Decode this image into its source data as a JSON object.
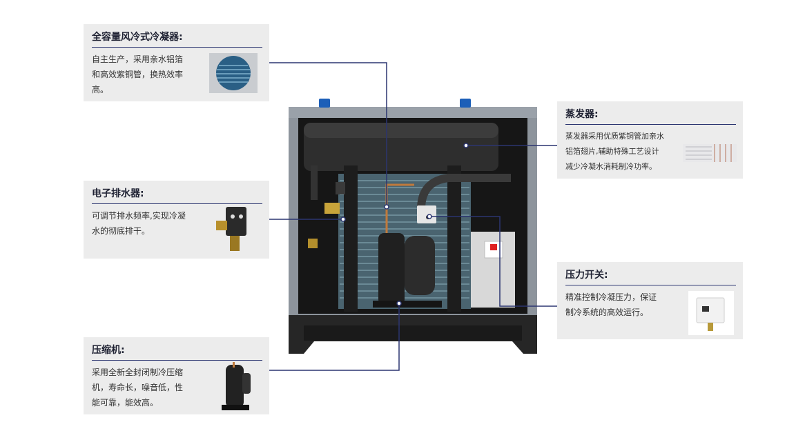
{
  "callouts": {
    "condenser": {
      "title": "全容量风冷式冷凝器:",
      "desc": [
        "自主生产，采用亲水铝箔",
        "和高效紫铜管，换热效率",
        "高。"
      ]
    },
    "drain": {
      "title": "电子排水器:",
      "desc": [
        "可调节排水频率,实现冷凝",
        "水的彻底排干。"
      ]
    },
    "compressor": {
      "title": "压缩机:",
      "desc": [
        "采用全新全封闭制冷压缩",
        "机，寿命长，噪音低，性",
        "能可靠，能效高。"
      ]
    },
    "evaporator": {
      "title": "蒸发器:",
      "desc": [
        "蒸发器采用优质紫铜管加亲水",
        "铝箔翅片,辅助特殊工艺设计",
        "减少冷凝水消耗制冷功率。"
      ]
    },
    "pressure_switch": {
      "title": "压力开关:",
      "desc": [
        "精准控制冷凝压力，保证",
        "制冷系统的高效运行。"
      ]
    }
  },
  "colors": {
    "callout_bg": "#ececec",
    "rule": "#2b3570",
    "leader": "#2b3570",
    "frame": "#8a9099",
    "base": "#2c2c2c"
  }
}
